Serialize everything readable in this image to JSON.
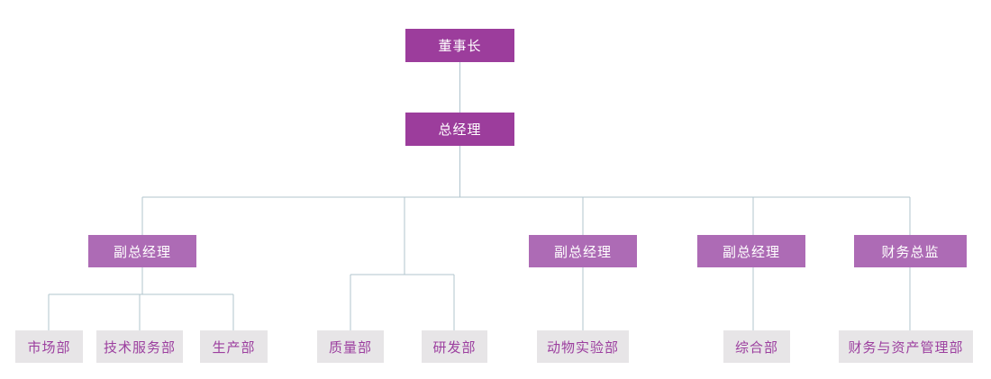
{
  "diagram_type": "org-chart",
  "colors": {
    "exec_fill": "#9c3d9c",
    "manager_fill": "#ad6bb5",
    "dept_fill": "#e7e5e7",
    "dept_text": "#9c3f9f",
    "node_text": "#ffffff",
    "connector": "#b0c4ce",
    "canvas_bg": "#ffffff"
  },
  "nodes": {
    "chairman": {
      "label": "董事长",
      "level": 1
    },
    "general_manager": {
      "label": "总经理",
      "level": 2
    },
    "vice_gm_1": {
      "label": "副总经理",
      "level": 3
    },
    "vice_gm_2": {
      "label": "副总经理",
      "level": 3
    },
    "vice_gm_3": {
      "label": "副总经理",
      "level": 3
    },
    "finance_director": {
      "label": "财务总监",
      "level": 3
    },
    "marketing_dept": {
      "label": "市场部",
      "level": 4
    },
    "tech_service_dept": {
      "label": "技术服务部",
      "level": 4
    },
    "production_dept": {
      "label": "生产部",
      "level": 4
    },
    "quality_dept": {
      "label": "质量部",
      "level": 4
    },
    "rnd_dept": {
      "label": "研发部",
      "level": 4
    },
    "animal_lab_dept": {
      "label": "动物实验部",
      "level": 4
    },
    "general_affairs_dept": {
      "label": "综合部",
      "level": 4
    },
    "finance_asset_dept": {
      "label": "财务与资产管理部",
      "level": 4
    }
  },
  "hierarchy": [
    {
      "parent": "董事长",
      "children": [
        "总经理"
      ]
    },
    {
      "parent": "总经理",
      "children": [
        "副总经理",
        "(质量部/研发部分支)",
        "副总经理",
        "副总经理",
        "财务总监"
      ]
    },
    {
      "parent": "副总经理 (左)",
      "children": [
        "市场部",
        "技术服务部",
        "生产部"
      ]
    },
    {
      "parent": "(质量部/研发部分支)",
      "children": [
        "质量部",
        "研发部"
      ]
    },
    {
      "parent": "副总经理 (中)",
      "children": [
        "动物实验部"
      ]
    },
    {
      "parent": "副总经理 (右)",
      "children": [
        "综合部"
      ]
    },
    {
      "parent": "财务总监",
      "children": [
        "财务与资产管理部"
      ]
    }
  ]
}
